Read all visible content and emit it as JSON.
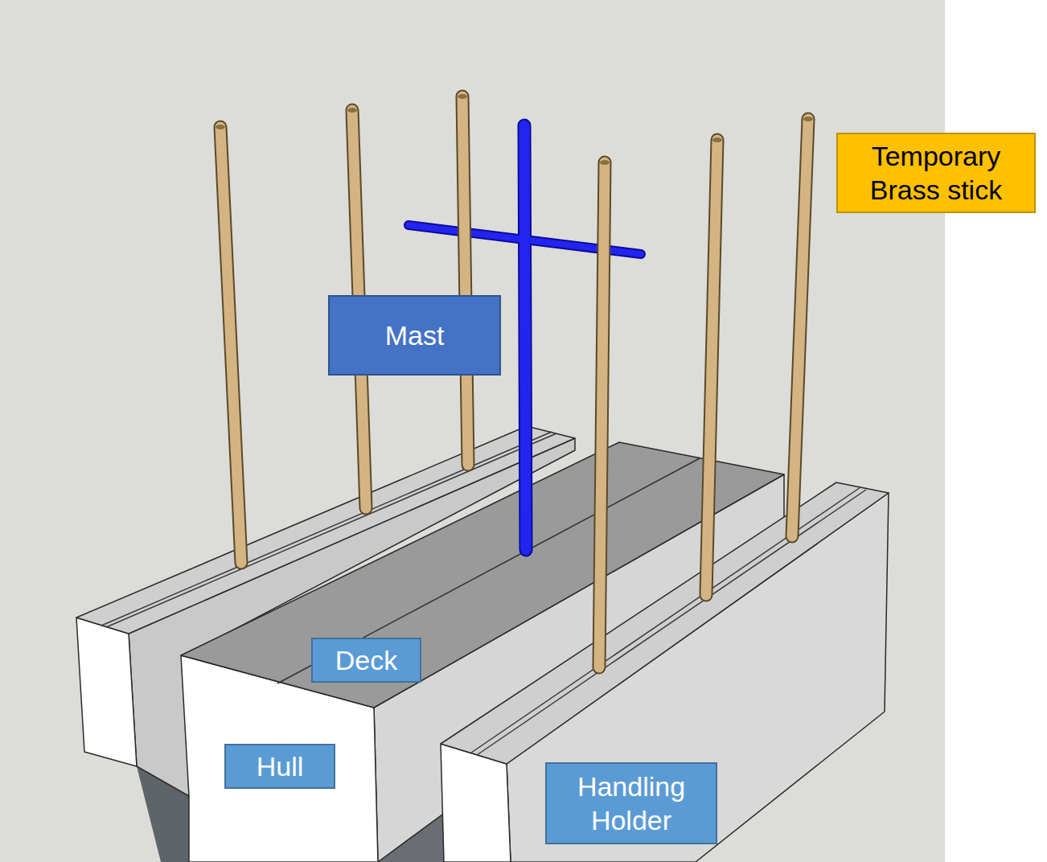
{
  "diagram": {
    "nodes": [
      {
        "text": [
          "Temporary Brass stick"
        ]
      },
      {
        "text": [
          "Mast"
        ]
      },
      {
        "text": [
          "Deck"
        ]
      },
      {
        "text": [
          "Hull"
        ]
      },
      {
        "text": [
          "Handling Holder"
        ]
      }
    ]
  }
}
